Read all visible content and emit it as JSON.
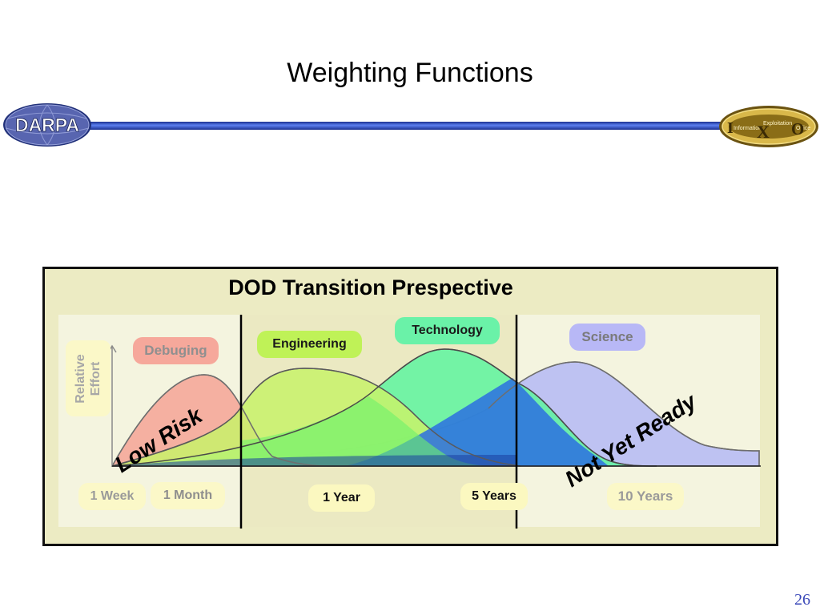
{
  "slide": {
    "title": "Weighting Functions",
    "page_number": "26"
  },
  "logos": {
    "darpa": "DARPA",
    "ixo": {
      "lines": [
        "Information",
        "Exploitation",
        "Office"
      ],
      "letters": [
        "I",
        "X",
        "O"
      ]
    }
  },
  "diagram": {
    "title": "DOD Transition Prespective",
    "y_axis_label": [
      "Relative",
      "Effort"
    ],
    "phases": {
      "debugging": "Debuging",
      "engineering": "Engineering",
      "technology": "Technology",
      "science": "Science"
    },
    "timeline": {
      "week": "1 Week",
      "month": "1 Month",
      "year": "1 Year",
      "five_years": "5 Years",
      "ten_years": "10 Years"
    },
    "annotations": {
      "low_risk": "Low Risk",
      "not_yet_ready": "Not Yet Ready"
    },
    "colors": {
      "debugging": "#f5a89a",
      "engineering": "#c8f26a",
      "technology": "#5ef5a0",
      "science": "#b0b4f5",
      "overlap_blue": "#2c6fe0",
      "dark_blue": "#1a3f9e",
      "frame_bg": "#ecebc3",
      "zone_bg": "#f4f4df",
      "title_bar": "#3550d0"
    }
  }
}
